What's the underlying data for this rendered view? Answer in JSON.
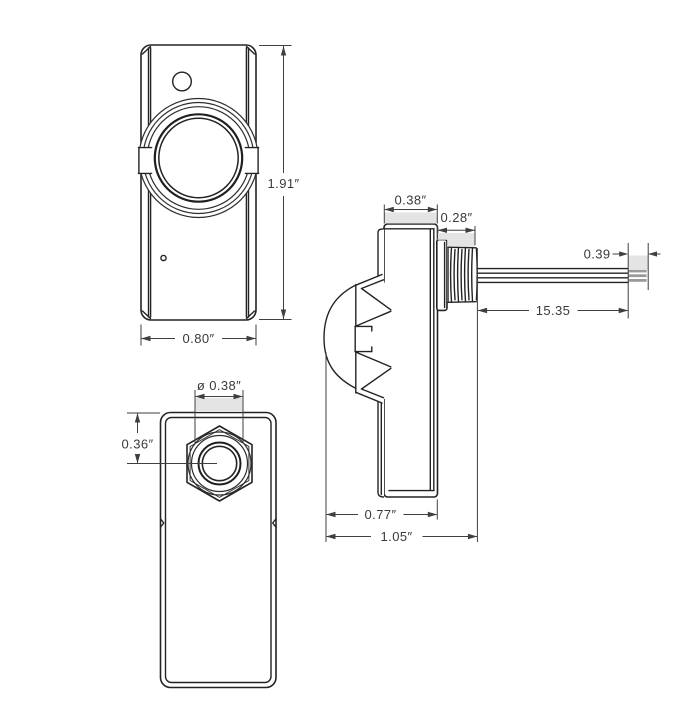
{
  "views": {
    "front": {
      "dims": {
        "height": "1.91″",
        "width": "0.80″"
      }
    },
    "back": {
      "dims": {
        "stud_diameter": "ø 0.38″",
        "stud_offset_from_top": "0.36″"
      }
    },
    "side": {
      "dims": {
        "body_depth": "0.38″",
        "thread_length": "0.28″",
        "wire_strip_length": "0.39",
        "wire_length": "15.35",
        "housing_depth": "0.77″",
        "overall_depth": "1.05″"
      }
    }
  },
  "colors": {
    "line": "#232323",
    "dimension": "#3f3f3f",
    "shade": "#e4e4e4",
    "wire_strip": "#9a9a9a",
    "background": "#ffffff"
  }
}
